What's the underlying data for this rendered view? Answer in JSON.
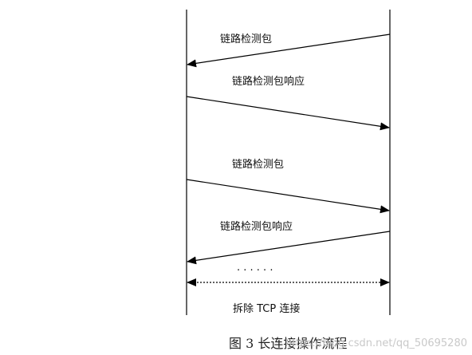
{
  "diagram": {
    "messages": [
      {
        "label": "链路检测包",
        "direction": "right-to-left"
      },
      {
        "label": "链路检测包响应",
        "direction": "left-to-right"
      },
      {
        "label": "链路检测包",
        "direction": "left-to-right"
      },
      {
        "label": "链路检测包响应",
        "direction": "right-to-left"
      }
    ],
    "continuation": "·    ·    ·    ·    ·    ·",
    "teardown": {
      "label": "拆除 TCP 连接",
      "direction": "both"
    },
    "caption": "图 3 长连接操作流程",
    "watermark": "https://blog.csdn.net/qq_50695280"
  }
}
